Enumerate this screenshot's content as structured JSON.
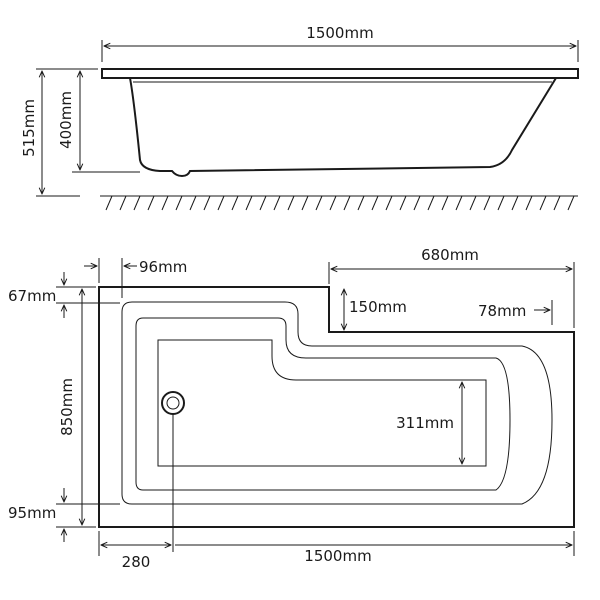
{
  "side_view": {
    "width_label": "1500mm",
    "overall_height_label": "515mm",
    "tub_height_label": "400mm"
  },
  "plan_view": {
    "rim_left_label": "96mm",
    "shower_width_label": "680mm",
    "step_depth_label": "150mm",
    "rim_right_label": "78mm",
    "rim_top_label": "67mm",
    "depth_label": "850mm",
    "basin_depth_label": "311mm",
    "rim_bottom_label": "95mm",
    "waste_offset_label": "280",
    "length_label": "1500mm"
  }
}
